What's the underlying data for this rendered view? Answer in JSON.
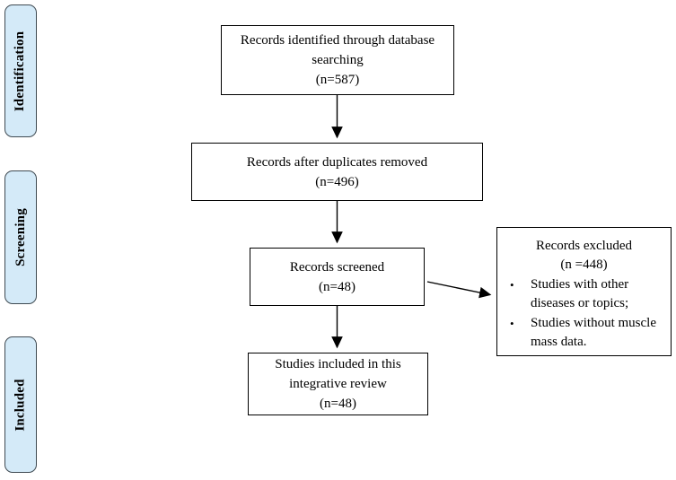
{
  "sidebar": {
    "items": [
      {
        "label": "Identification"
      },
      {
        "label": "Screening"
      },
      {
        "label": "Included"
      }
    ]
  },
  "boxes": {
    "identified": {
      "lines": [
        "Records identified through database",
        "searching",
        "(n=587)"
      ]
    },
    "deduplicated": {
      "lines": [
        "Records after duplicates removed",
        "(n=496)"
      ]
    },
    "screened": {
      "lines": [
        "Records screened",
        "(n=48)"
      ]
    },
    "included": {
      "lines": [
        "Studies included in this",
        "integrative review",
        "(n=48)"
      ]
    },
    "excluded": {
      "title_lines": [
        "Records excluded",
        "(n =448)"
      ],
      "bullet_glyph": "•",
      "bullets": [
        "Studies with other diseases or topics;",
        "Studies without muscle mass data."
      ]
    }
  },
  "colors": {
    "stage_fill": "#d4eaf8",
    "stage_border": "#3f4a52",
    "box_border": "#000000",
    "arrow": "#000000",
    "text": "#000000"
  }
}
